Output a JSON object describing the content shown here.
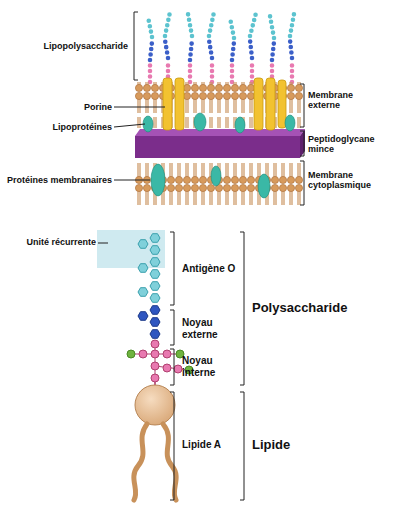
{
  "diagram": {
    "labels": [
      "Lipopolysaccharide",
      "Membrane externe",
      "Porine",
      "Lipoprotéines",
      "Peptidoglycane mince",
      "Protéines membranaires",
      "Membrane cytoplasmique",
      "Unité récurrente",
      "Antigène O",
      "Noyau externe",
      "Polysaccharide",
      "Noyau interne",
      "Lipide A",
      "Lipide"
    ]
  }
}
